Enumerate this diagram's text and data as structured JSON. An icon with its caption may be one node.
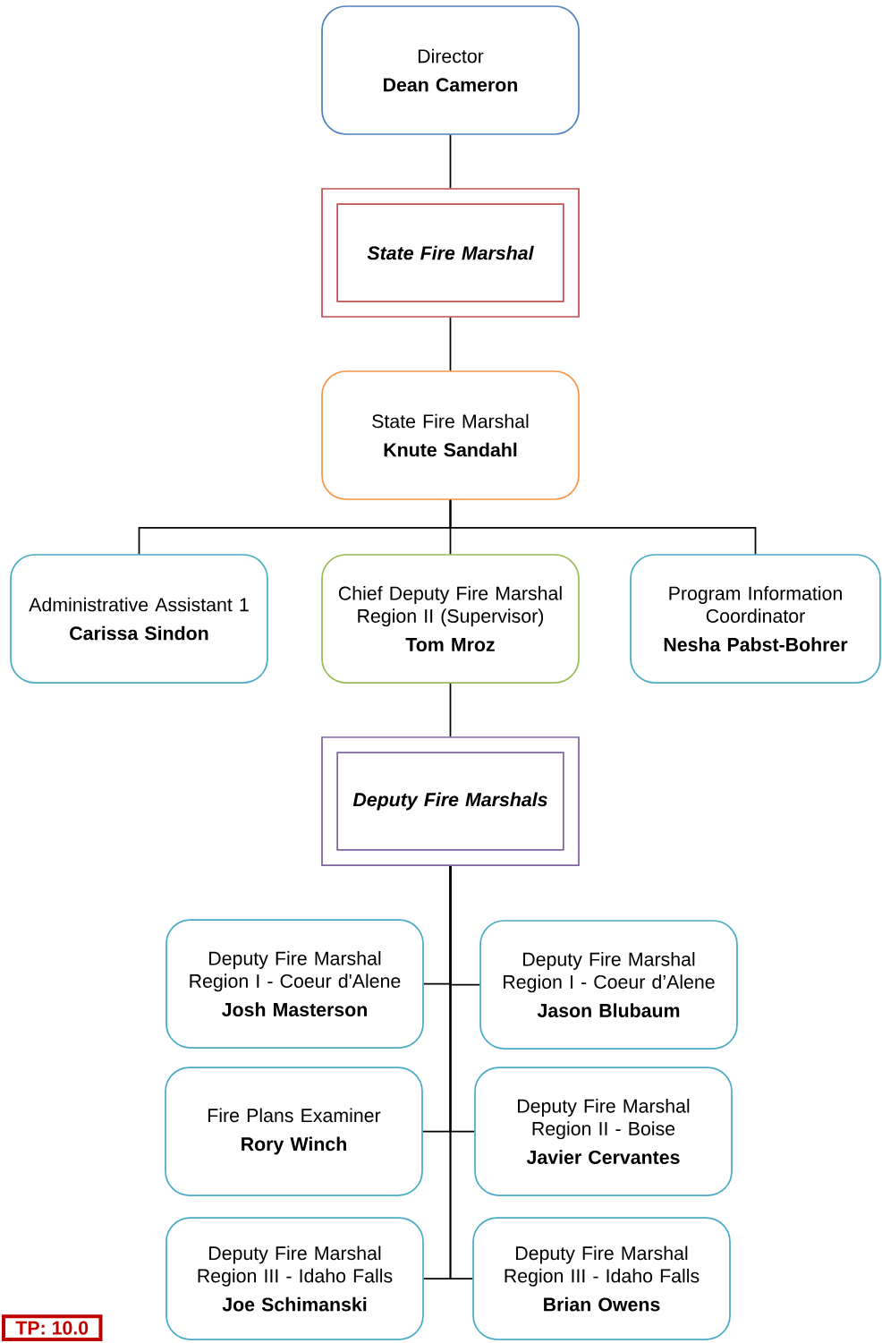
{
  "diagram": {
    "nodes": [
      {
        "text": [
          "Director",
          "Dean Cameron"
        ]
      },
      {
        "text": [
          "State Fire Marshal"
        ]
      },
      {
        "text": [
          "State Fire Marshal",
          "Knute Sandahl"
        ]
      },
      {
        "text": [
          "Administrative Assistant 1",
          "Carissa Sindon"
        ]
      },
      {
        "text": [
          "Chief Deputy Fire Marshal Region II (Supervisor)",
          "Tom Mroz"
        ]
      },
      {
        "text": [
          "Program Information Coordinator",
          "Nesha Pabst-Bohrer"
        ]
      },
      {
        "text": [
          "Deputy Fire Marshals"
        ]
      },
      {
        "text": [
          "Deputy Fire Marshal Region I - Coeur d'Alene",
          "Josh Masterson"
        ]
      },
      {
        "text": [
          "Deputy Fire Marshal Region I - Coeur d’Alene",
          "Jason Blubaum"
        ]
      },
      {
        "text": [
          "Fire Plans Examiner",
          "Rory Winch"
        ]
      },
      {
        "text": [
          "Deputy Fire Marshal Region II - Boise",
          "Javier Cervantes"
        ]
      },
      {
        "text": [
          "Deputy Fire Marshal Region III - Idaho Falls",
          "Joe Schimanski"
        ]
      },
      {
        "text": [
          "Deputy Fire Marshal Region III - Idaho Falls",
          "Brian Owens"
        ]
      }
    ],
    "edges": [
      {
        "from": 0,
        "to": 1,
        "arrow": "none"
      },
      {
        "from": 1,
        "to": 2,
        "arrow": "none"
      },
      {
        "from": 2,
        "to": 3,
        "arrow": "none"
      },
      {
        "from": 2,
        "to": 4,
        "arrow": "none"
      },
      {
        "from": 2,
        "to": 5,
        "arrow": "none"
      },
      {
        "from": 4,
        "to": 6,
        "arrow": "none"
      },
      {
        "from": 6,
        "to": 7,
        "arrow": "none"
      },
      {
        "from": 6,
        "to": 8,
        "arrow": "none"
      },
      {
        "from": 6,
        "to": 9,
        "arrow": "none"
      },
      {
        "from": 6,
        "to": 10,
        "arrow": "none"
      },
      {
        "from": 6,
        "to": 11,
        "arrow": "none"
      },
      {
        "from": 6,
        "to": 12,
        "arrow": "none"
      }
    ],
    "labels": [
      "TP: 10.0"
    ]
  }
}
